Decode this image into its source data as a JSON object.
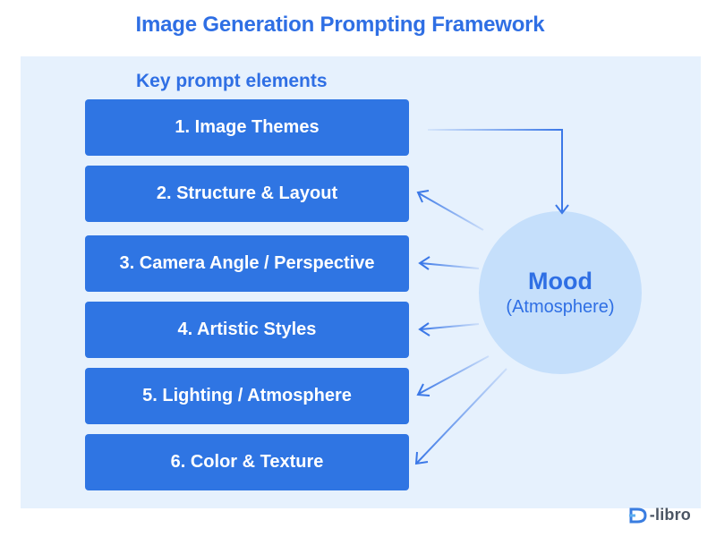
{
  "title": "Image Generation Prompting Framework",
  "section_label": "Key prompt elements",
  "elements": [
    {
      "label": "1. Image Themes"
    },
    {
      "label": "2. Structure & Layout"
    },
    {
      "label": "3. Camera Angle / Perspective"
    },
    {
      "label": "4. Artistic Styles"
    },
    {
      "label": "5. Lighting / Atmosphere"
    },
    {
      "label": "6. Color & Texture"
    }
  ],
  "mood": {
    "title": "Mood",
    "subtitle": "(Atmosphere)"
  },
  "brand": {
    "text": "-libro",
    "icon": "d-logo-icon"
  },
  "colors": {
    "accent": "#2f6fe4",
    "box": "#2f75e3",
    "panel": "#e6f1fd",
    "circle": "#c5dffb",
    "arrow": "#3b78e7"
  }
}
